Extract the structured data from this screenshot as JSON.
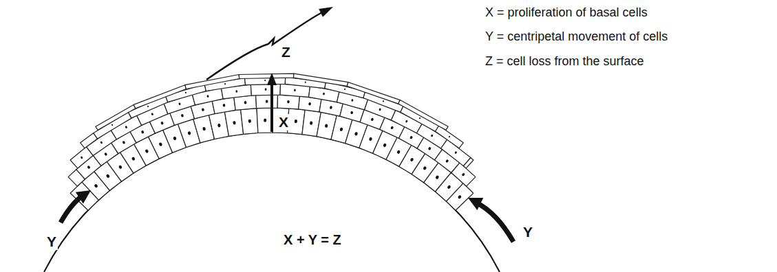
{
  "diagram": {
    "labels": [
      "X = proliferation of basal cells",
      "Y = centripetal movement of cells",
      "Z = cell loss from the surface",
      "Z",
      "X",
      "Y",
      "Y",
      "X + Y = Z"
    ]
  }
}
